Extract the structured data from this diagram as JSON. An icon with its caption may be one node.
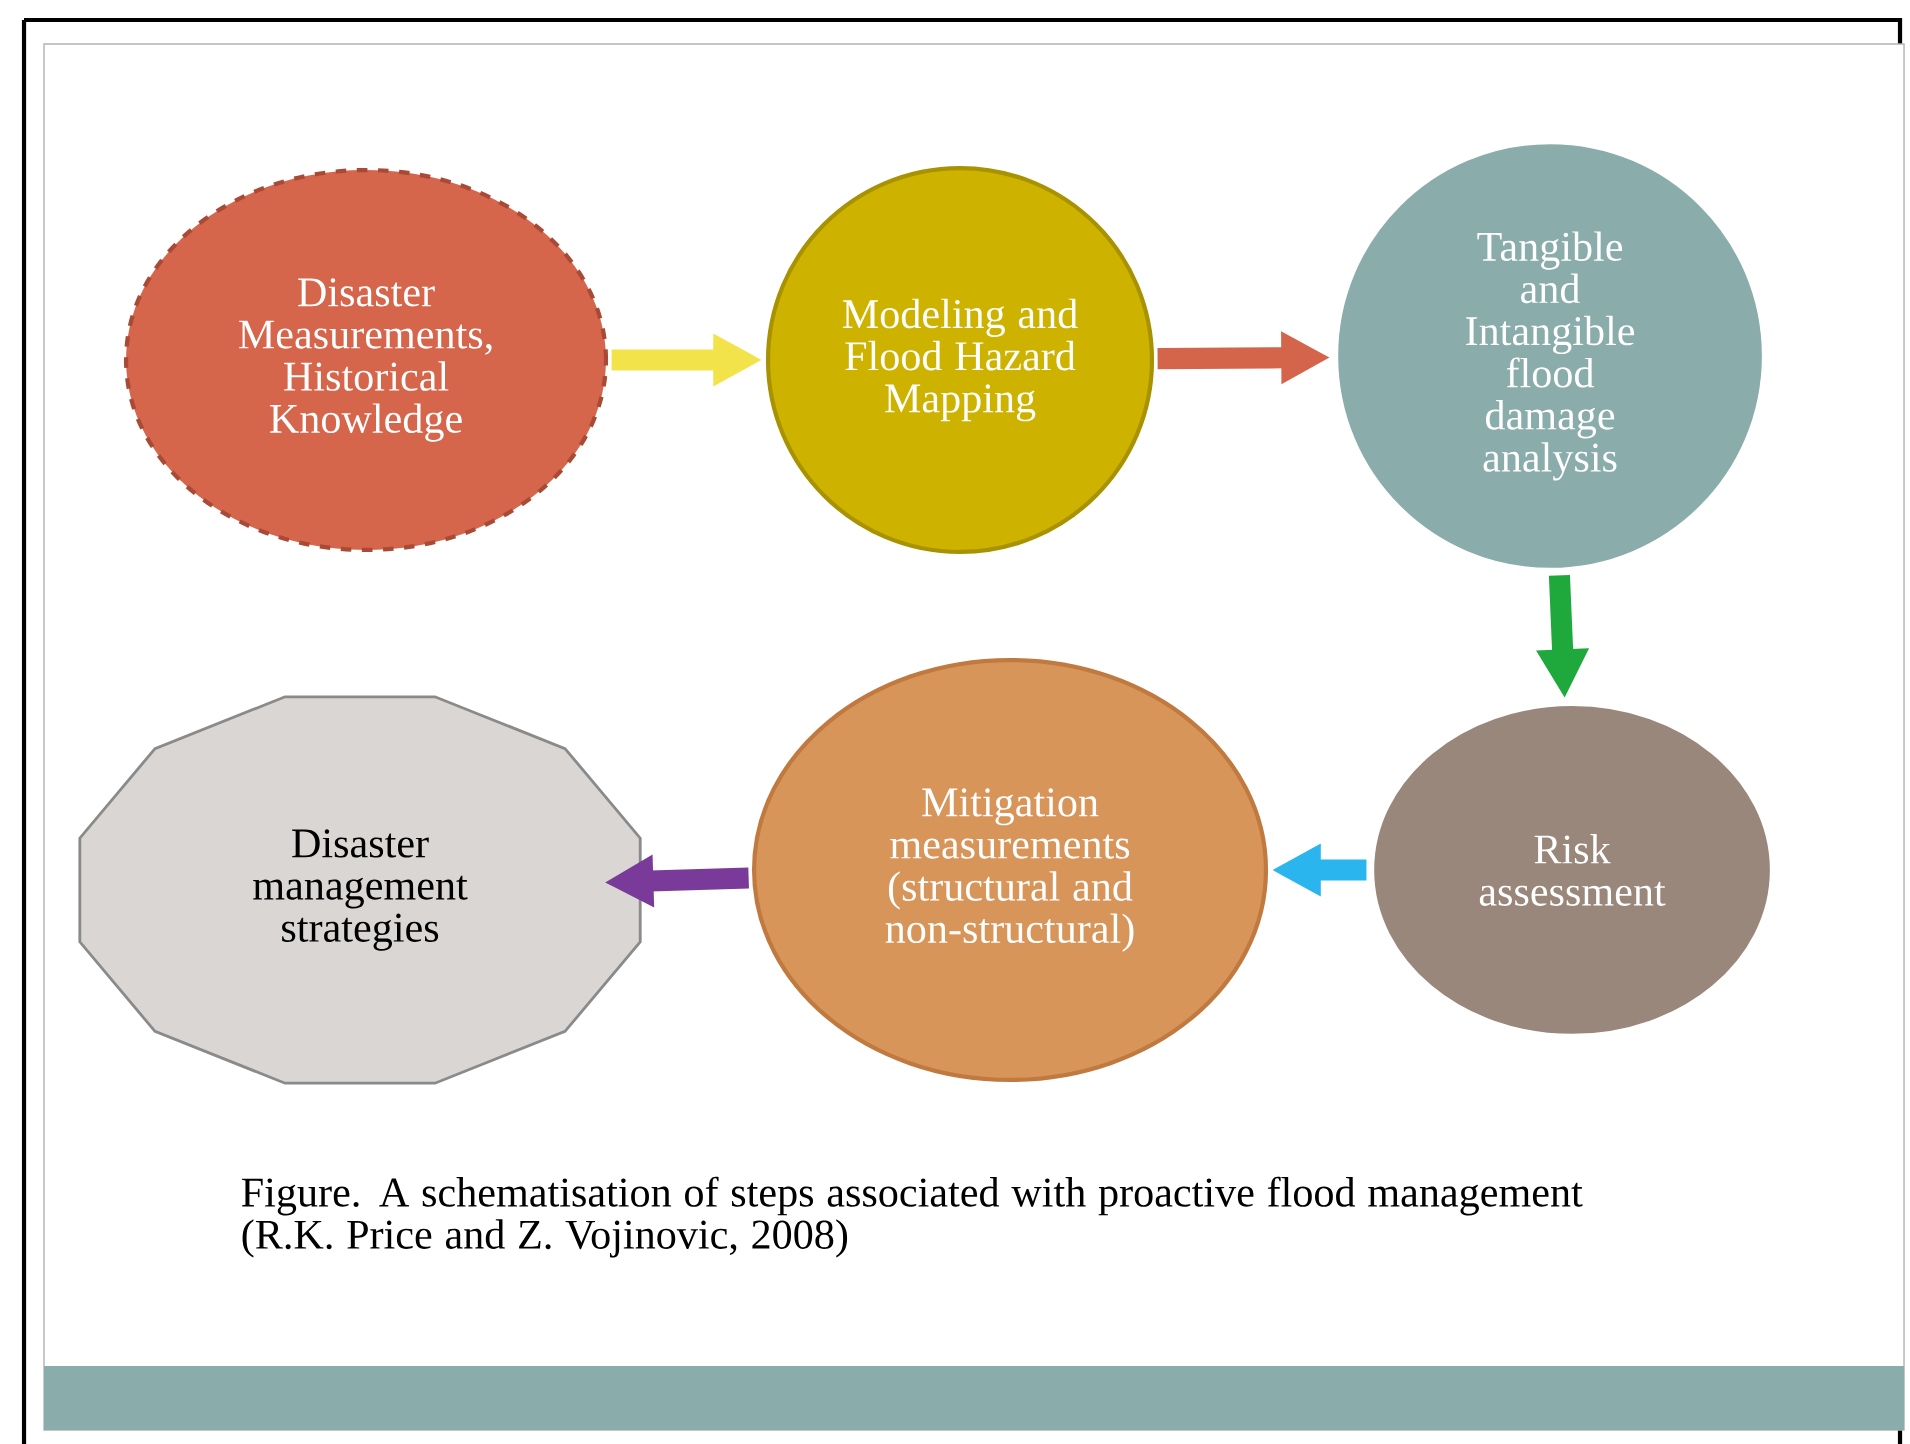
{
  "diagram": {
    "caption": "Figure. A schematisation of steps associated with proactive flood management (R.K. Price and Z. Vojinovic, 2008)",
    "nodes": [
      {
        "text": [
          "Disaster Measurements, Historical Knowledge"
        ]
      },
      {
        "text": [
          "Modeling and Flood Hazard Mapping"
        ]
      },
      {
        "text": [
          "Tangible and Intangible flood damage analysis"
        ]
      },
      {
        "text": [
          "Risk assessment"
        ]
      },
      {
        "text": [
          "Mitigation measurements (structural and non-structural)"
        ]
      },
      {
        "text": [
          "Disaster management strategies"
        ]
      }
    ],
    "edges": [
      {
        "from": 0,
        "to": 1,
        "arrow": "to",
        "color": "#f3e34a"
      },
      {
        "from": 1,
        "to": 2,
        "arrow": "to",
        "color": "#d4654b"
      },
      {
        "from": 2,
        "to": 3,
        "arrow": "to",
        "color": "#1fa83c"
      },
      {
        "from": 3,
        "to": 4,
        "arrow": "to",
        "color": "#2ab5ef"
      },
      {
        "from": 4,
        "to": 5,
        "arrow": "to",
        "color": "#7a3a9a"
      }
    ]
  }
}
